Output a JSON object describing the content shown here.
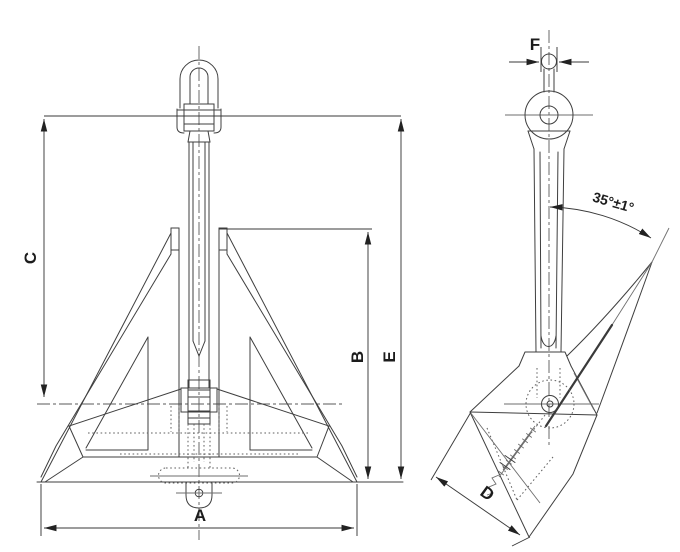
{
  "front_view": {
    "dim_a": "A",
    "dim_b": "B",
    "dim_c": "C",
    "dim_e": "E"
  },
  "side_view": {
    "dim_d": "D",
    "dim_f": "F",
    "angle_label": "35°±1°"
  },
  "colors": {
    "background": "#ffffff",
    "line": "#3f3f3f",
    "text": "#1c1c1c"
  }
}
